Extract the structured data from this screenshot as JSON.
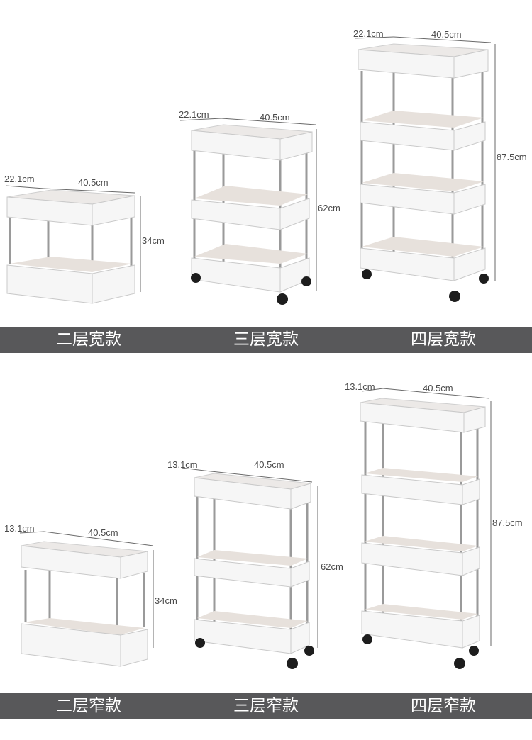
{
  "top_row": {
    "products": [
      {
        "name_label": "二层宽款",
        "depth": "22.1cm",
        "width": "40.5cm",
        "height": "34cm",
        "tiers": 2,
        "wheels": false
      },
      {
        "name_label": "三层宽款",
        "depth": "22.1cm",
        "width": "40.5cm",
        "height": "62cm",
        "tiers": 3,
        "wheels": true
      },
      {
        "name_label": "四层宽款",
        "depth": "22.1cm",
        "width": "40.5cm",
        "height": "87.5cm",
        "tiers": 4,
        "wheels": true
      }
    ]
  },
  "bottom_row": {
    "products": [
      {
        "name_label": "二层窄款",
        "depth": "13.1cm",
        "width": "40.5cm",
        "height": "34cm",
        "tiers": 2,
        "wheels": false
      },
      {
        "name_label": "三层窄款",
        "depth": "13.1cm",
        "width": "40.5cm",
        "height": "62cm",
        "tiers": 3,
        "wheels": true
      },
      {
        "name_label": "四层窄款",
        "depth": "13.1cm",
        "width": "40.5cm",
        "height": "87.5cm",
        "tiers": 4,
        "wheels": true
      }
    ]
  },
  "colors": {
    "banner": "#58585a",
    "banner_text": "#ffffff",
    "tray": "#f6f6f6",
    "pole": "#9a9a9a"
  }
}
